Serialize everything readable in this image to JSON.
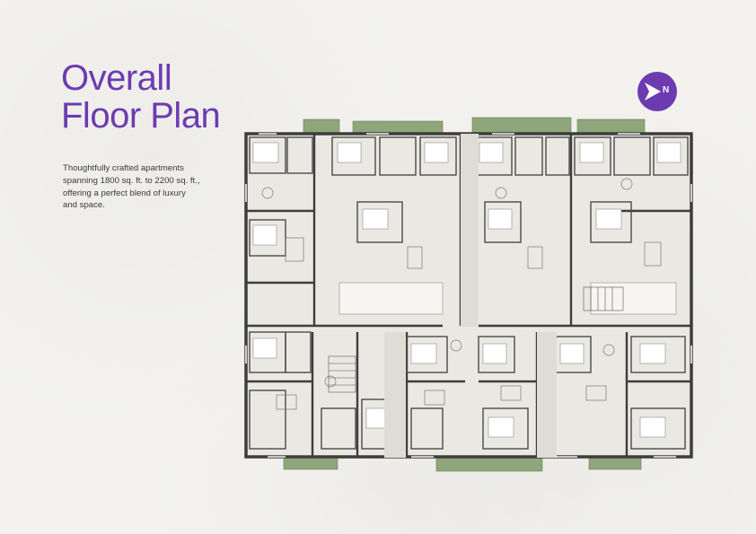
{
  "title": {
    "line1": "Overall",
    "line2": "Floor Plan"
  },
  "description": {
    "line1": "Thoughtfully crafted apartments",
    "line2": "spanning 1800 sq. ft. to 2200 sq. ft.,",
    "line3": "offering a perfect blend of luxury",
    "line4": "and space."
  },
  "north_badge": {
    "label": "N",
    "icon": "north-arrow-icon",
    "color": "#6c3bb0"
  },
  "floor_plan": {
    "icon": "floor-plan-drawing"
  },
  "colors": {
    "accent": "#6c3bb0",
    "background": "#f3f2ef",
    "wall": "#3d3d3d",
    "greenery": "#7f9a6a"
  }
}
